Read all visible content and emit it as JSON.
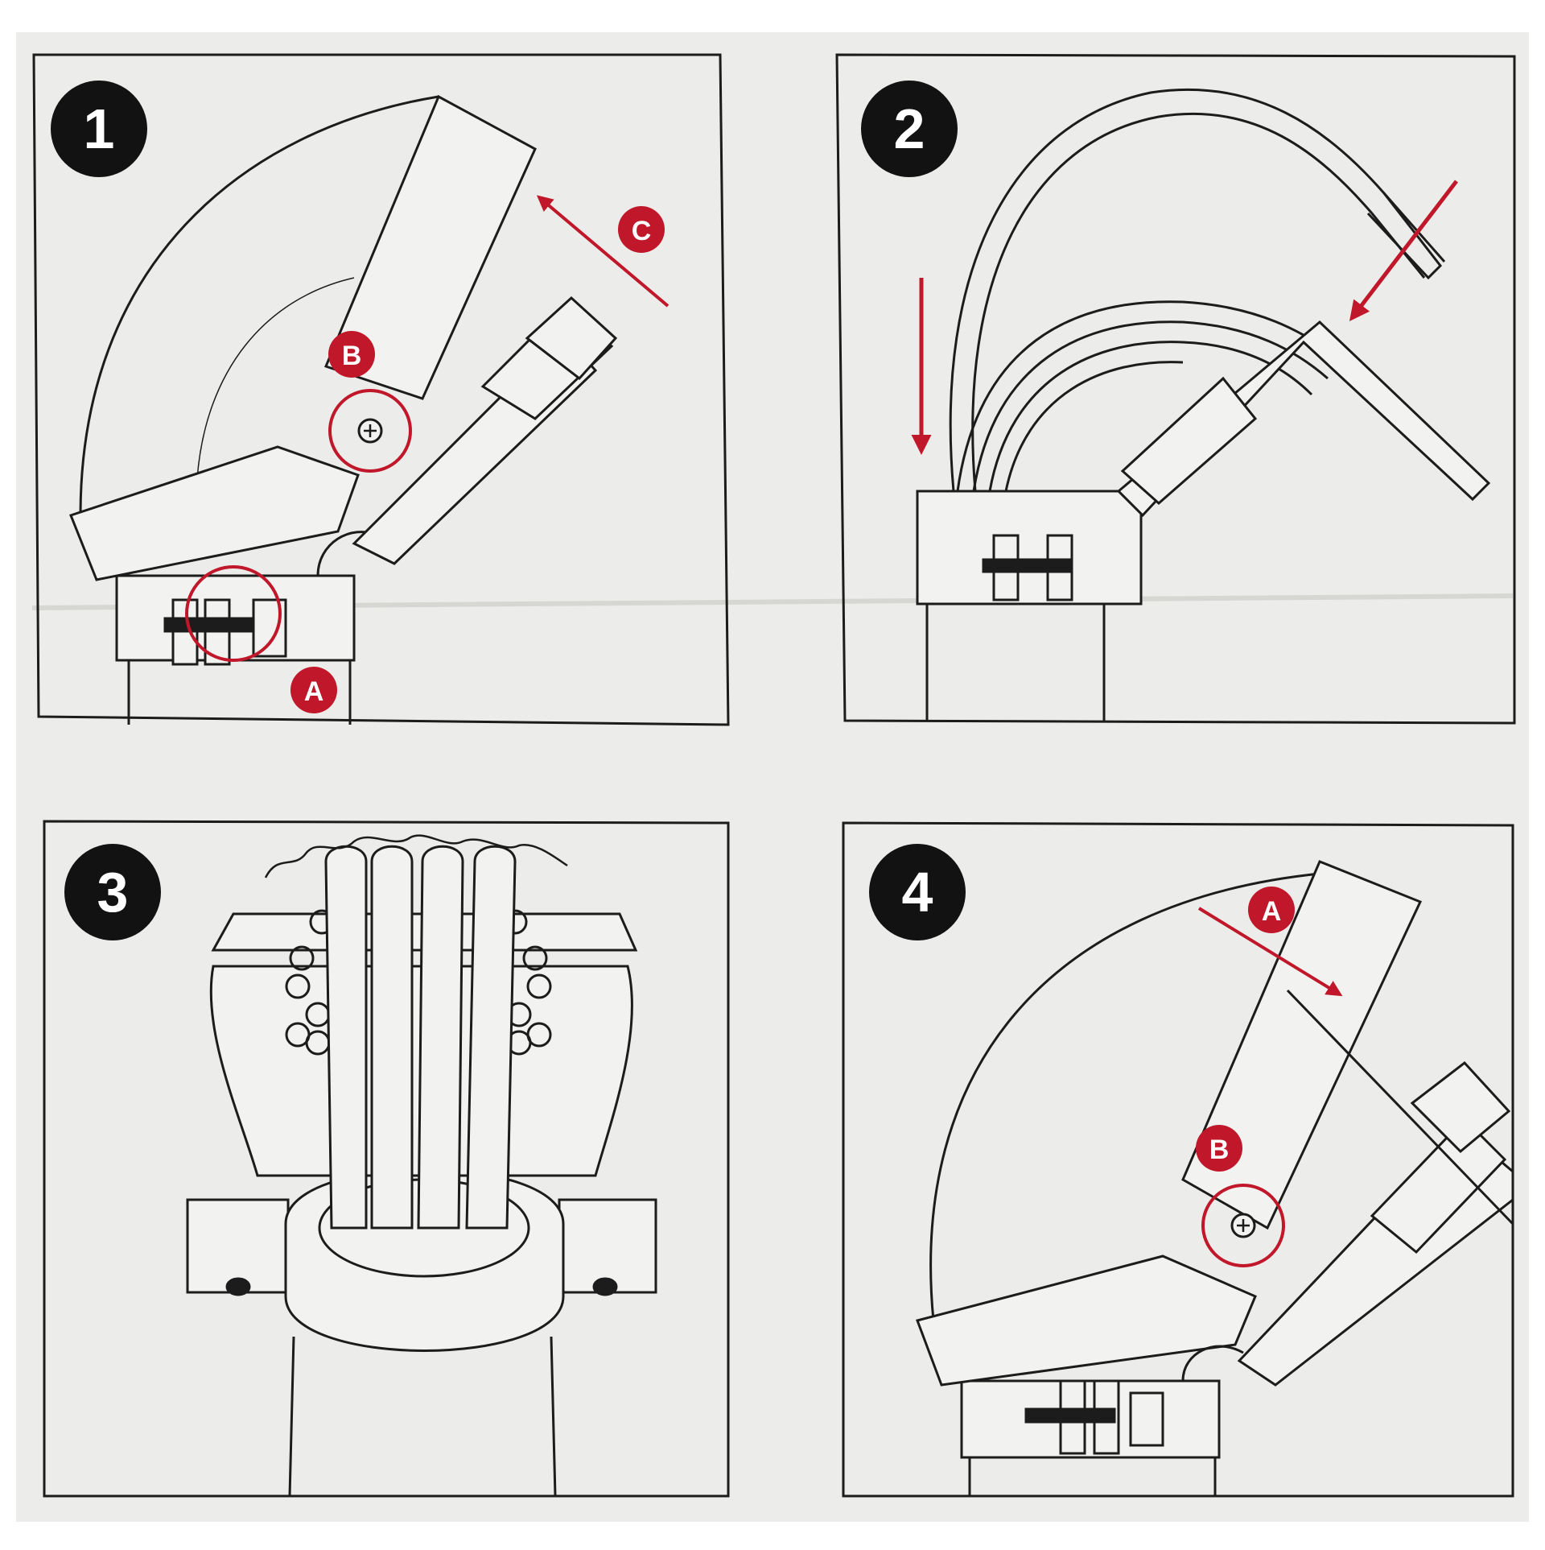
{
  "colors": {
    "paper": "#ececea",
    "line": "#1c1c1c",
    "accent_red": "#c0182a",
    "badge": "#121212",
    "badge_text": "#ffffff"
  },
  "steps": [
    {
      "number": "1",
      "callouts": [
        "A",
        "B",
        "C"
      ]
    },
    {
      "number": "2",
      "callouts": []
    },
    {
      "number": "3",
      "callouts": []
    },
    {
      "number": "4",
      "callouts": [
        "A",
        "B"
      ]
    }
  ]
}
